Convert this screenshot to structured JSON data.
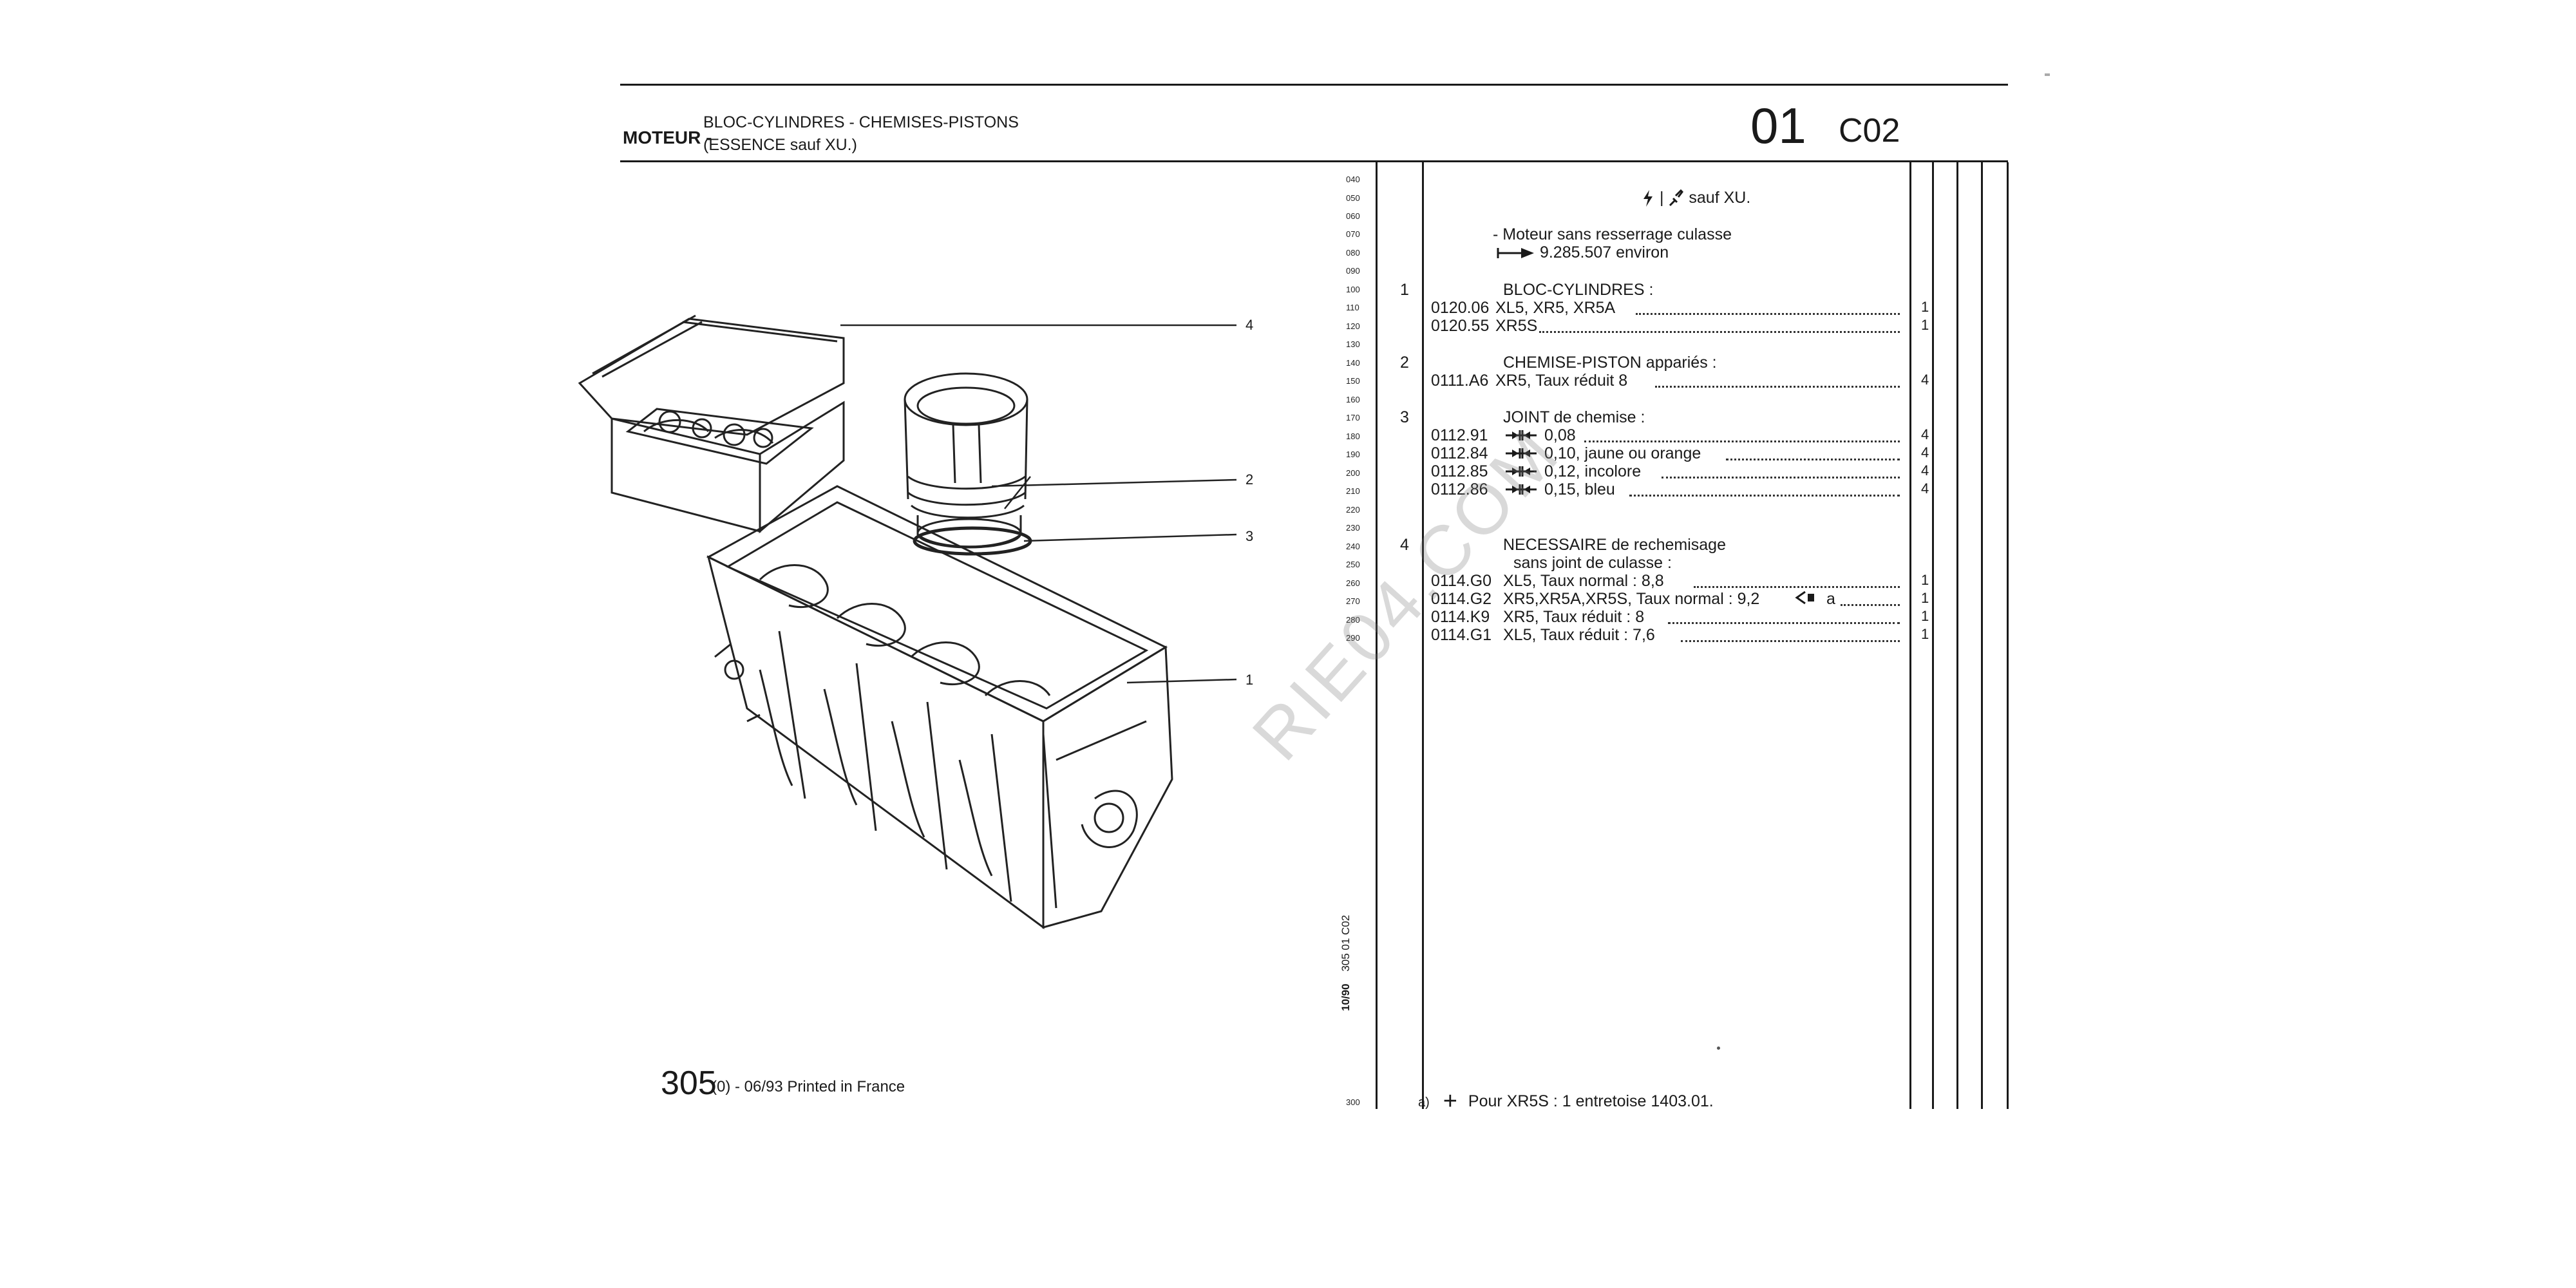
{
  "header": {
    "section": "MOTEUR -",
    "title_line1": "BLOC-CYLINDRES - CHEMISES-PISTONS",
    "title_line2": "(ESSENCE sauf XU.)",
    "group_number": "01",
    "group_code": "C02"
  },
  "callouts": [
    "4",
    "2",
    "3",
    "1"
  ],
  "footer": {
    "model": "305",
    "suffix": "(0) - 06/93 Printed in France",
    "side_date": "10/90",
    "side_ref": "305 01 C02"
  },
  "watermark": "RIE04.COM",
  "line_numbers": [
    "040",
    "050",
    "060",
    "070",
    "080",
    "090",
    "100",
    "110",
    "120",
    "130",
    "140",
    "150",
    "160",
    "170",
    "180",
    "190",
    "200",
    "210",
    "220",
    "230",
    "240",
    "250",
    "260",
    "270",
    "280",
    "290",
    "300"
  ],
  "parts": {
    "applicability": "sauf XU.",
    "note1": "- Moteur sans resserrage culasse",
    "note2": "9.285.507 environ",
    "groups": [
      {
        "item": "1",
        "title": "BLOC-CYLINDRES :"
      },
      {
        "item": "2",
        "title": "CHEMISE-PISTON appariés :"
      },
      {
        "item": "3",
        "title": "JOINT de chemise :"
      },
      {
        "item": "4",
        "title": "NECESSAIRE de rechemisage",
        "subtitle": "sans joint de culasse :"
      }
    ],
    "rows": [
      {
        "ref": "0120.06",
        "desc": "XL5, XR5, XR5A",
        "qty": "1"
      },
      {
        "ref": "0120.55",
        "desc": "XR5S",
        "qty": "1"
      },
      {
        "ref": "0111.A6",
        "desc": "XR5, Taux réduit 8",
        "qty": "4"
      },
      {
        "ref": "0112.91",
        "desc": "0,08",
        "qty": "4"
      },
      {
        "ref": "0112.84",
        "desc": "0,10, jaune ou orange",
        "qty": "4"
      },
      {
        "ref": "0112.85",
        "desc": "0,12, incolore",
        "qty": "4"
      },
      {
        "ref": "0112.86",
        "desc": "0,15, bleu",
        "qty": "4"
      },
      {
        "ref": "0114.G0",
        "desc": "XL5, Taux normal : 8,8",
        "qty": "1"
      },
      {
        "ref": "0114.G2",
        "desc": "XR5,XR5A,XR5S, Taux normal : 9,2",
        "desc_tail": "a",
        "qty": "1"
      },
      {
        "ref": "0114.K9",
        "desc": "XR5, Taux réduit : 8",
        "qty": "1"
      },
      {
        "ref": "0114.G1",
        "desc": "XL5, Taux réduit : 7,6",
        "qty": "1"
      }
    ],
    "footnote_mark": "a)",
    "footnote_symbol": "+",
    "footnote": "Pour XR5S : 1 entretoise 1403.01."
  }
}
